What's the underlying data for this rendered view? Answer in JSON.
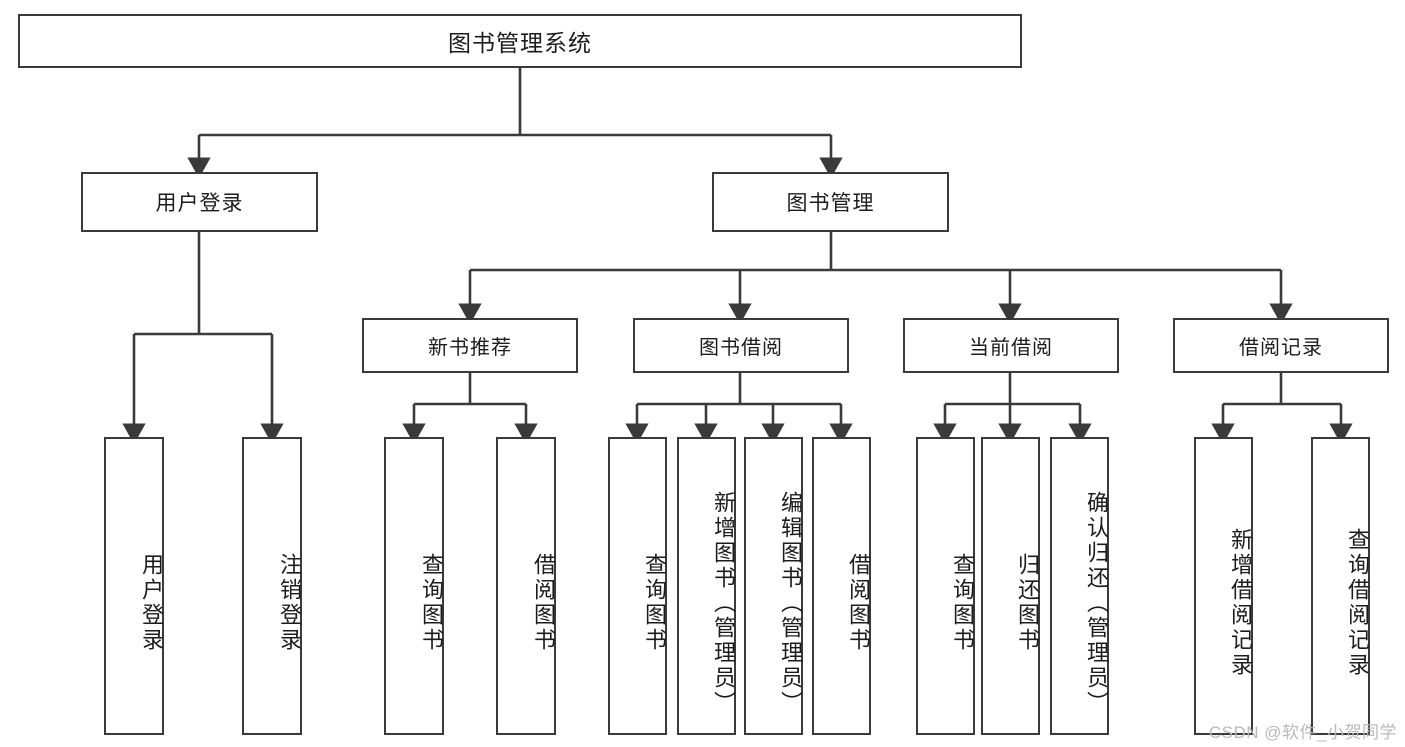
{
  "diagram": {
    "title": "图书管理系统",
    "type": "tree-hierarchy-chart",
    "watermark": "CSDN @软件_小贺同学",
    "colors": {
      "box_border": "#3a3a3a",
      "box_fill": "#ffffff",
      "connector": "#3a3a3a",
      "text": "#1c1c1c",
      "watermark": "#b9b9b9",
      "background": "#ffffff"
    },
    "root": {
      "id": "root",
      "label": "图书管理系统",
      "level": 0
    },
    "level2": [
      {
        "id": "user-login",
        "label": "用户登录",
        "level": 1
      },
      {
        "id": "book-manage",
        "label": "图书管理",
        "level": 1
      }
    ],
    "level3": [
      {
        "id": "new-book-rec",
        "label": "新书推荐",
        "level": 2,
        "parent": "book-manage"
      },
      {
        "id": "book-borrow",
        "label": "图书借阅",
        "level": 2,
        "parent": "book-manage"
      },
      {
        "id": "current-borrow",
        "label": "当前借阅",
        "level": 2,
        "parent": "book-manage"
      },
      {
        "id": "borrow-record",
        "label": "借阅记录",
        "level": 2,
        "parent": "book-manage"
      }
    ],
    "leaves": [
      {
        "id": "leaf-user-login",
        "label": "用户登录",
        "parent": "user-login"
      },
      {
        "id": "leaf-user-logout",
        "label": "注销登录",
        "parent": "user-login"
      },
      {
        "id": "leaf-query-book-rec",
        "label": "查询图书",
        "parent": "new-book-rec"
      },
      {
        "id": "leaf-borrow-book-rec",
        "label": "借阅图书",
        "parent": "new-book-rec"
      },
      {
        "id": "leaf-query-book-bor",
        "label": "查询图书",
        "parent": "book-borrow"
      },
      {
        "id": "leaf-add-book",
        "label": "新增图书（管理员）",
        "parent": "book-borrow"
      },
      {
        "id": "leaf-edit-book",
        "label": "编辑图书（管理员）",
        "parent": "book-borrow"
      },
      {
        "id": "leaf-borrow-book",
        "label": "借阅图书",
        "parent": "book-borrow"
      },
      {
        "id": "leaf-query-book-cur",
        "label": "查询图书",
        "parent": "current-borrow"
      },
      {
        "id": "leaf-return-book",
        "label": "归还图书",
        "parent": "current-borrow"
      },
      {
        "id": "leaf-confirm-return",
        "label": "确认归还（管理员）",
        "parent": "current-borrow"
      },
      {
        "id": "leaf-add-record",
        "label": "新增借阅记录",
        "parent": "borrow-record"
      },
      {
        "id": "leaf-query-record",
        "label": "查询借阅记录",
        "parent": "borrow-record"
      }
    ]
  }
}
